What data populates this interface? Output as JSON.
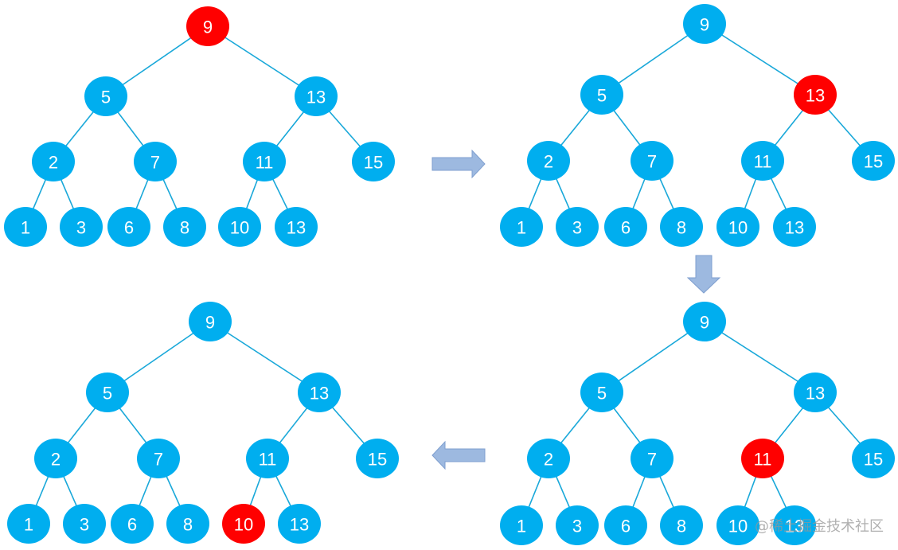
{
  "colors": {
    "node": "#00AEEF",
    "highlight": "#FF0000",
    "edge": "#19A8D9",
    "arrow_fill": "#9DB9E0",
    "arrow_stroke": "#7F9FCF"
  },
  "trees": [
    {
      "name": "step-1",
      "nodes": [
        "9",
        "5",
        "13",
        "2",
        "7",
        "11",
        "15",
        "1",
        "3",
        "6",
        "8",
        "10",
        "13"
      ],
      "highlight_index": 0
    },
    {
      "name": "step-2",
      "nodes": [
        "9",
        "5",
        "13",
        "2",
        "7",
        "11",
        "15",
        "1",
        "3",
        "6",
        "8",
        "10",
        "13"
      ],
      "highlight_index": 2
    },
    {
      "name": "step-3",
      "nodes": [
        "9",
        "5",
        "13",
        "2",
        "7",
        "11",
        "15",
        "1",
        "3",
        "6",
        "8",
        "10",
        "13"
      ],
      "highlight_index": 5
    },
    {
      "name": "step-4",
      "nodes": [
        "9",
        "5",
        "13",
        "2",
        "7",
        "11",
        "15",
        "1",
        "3",
        "6",
        "8",
        "10",
        "13"
      ],
      "highlight_index": 11
    }
  ],
  "edges": [
    [
      0,
      1
    ],
    [
      0,
      2
    ],
    [
      1,
      3
    ],
    [
      1,
      4
    ],
    [
      2,
      5
    ],
    [
      2,
      6
    ],
    [
      3,
      7
    ],
    [
      3,
      8
    ],
    [
      4,
      9
    ],
    [
      4,
      10
    ],
    [
      5,
      11
    ],
    [
      5,
      12
    ]
  ],
  "arrows": [
    "right",
    "down",
    "left"
  ],
  "watermark": "@稀土掘金技术社区"
}
